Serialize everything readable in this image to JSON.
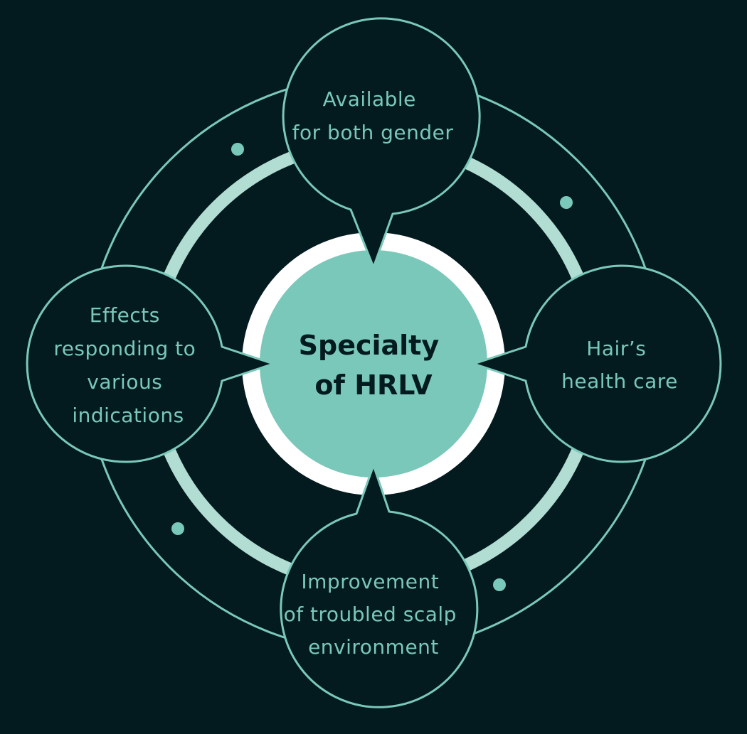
{
  "center": {
    "lines": [
      "Specialty",
      "of HRLV"
    ]
  },
  "nodes": {
    "top": {
      "lines": [
        "Available",
        "for both gender"
      ]
    },
    "right": {
      "lines": [
        "Hair’s",
        "health care"
      ]
    },
    "bottom": {
      "lines": [
        "Improvement",
        "of troubled scalp",
        "environment"
      ]
    },
    "left": {
      "lines": [
        "Effects",
        "responding to",
        "various",
        "indications"
      ]
    }
  },
  "colors": {
    "background": "#031a1e",
    "accent": "#7ac8b9",
    "light_ring": "#b1ddd3",
    "center_ring": "#ffffff"
  }
}
